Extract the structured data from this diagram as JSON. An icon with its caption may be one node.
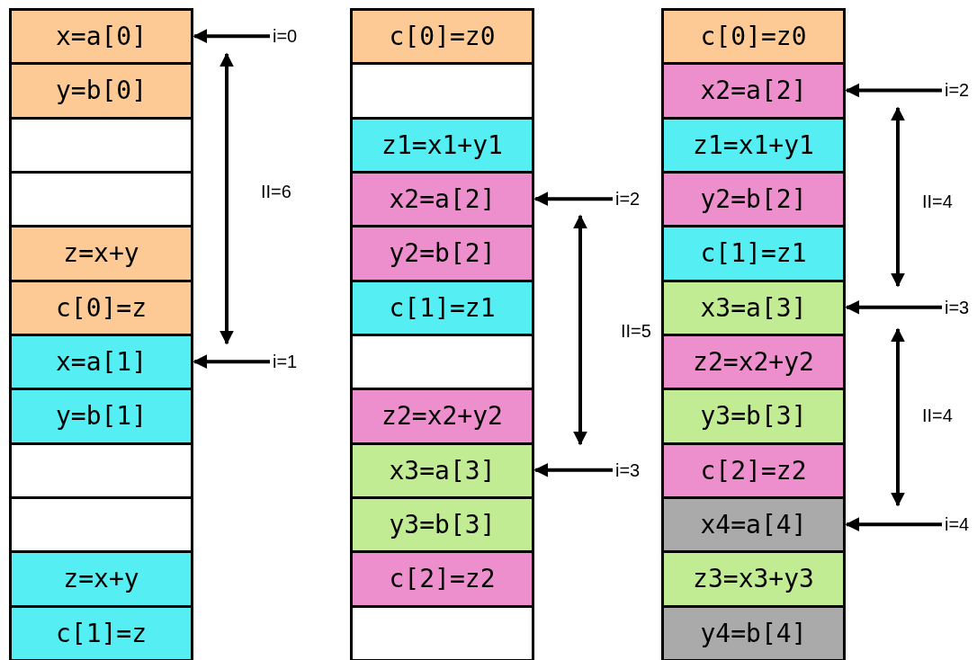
{
  "diagram": {
    "nodes": [
      {
        "text": [
          "x=a[0]"
        ]
      },
      {
        "text": [
          "y=b[0]"
        ]
      },
      {
        "text": [],
        "shape": "box"
      },
      {
        "text": [],
        "shape": "box"
      },
      {
        "text": [
          "z=x+y"
        ]
      },
      {
        "text": [
          "c[0]=z"
        ]
      },
      {
        "text": [
          "x=a[1]"
        ]
      },
      {
        "text": [
          "y=b[1]"
        ]
      },
      {
        "text": [],
        "shape": "box"
      },
      {
        "text": [],
        "shape": "box"
      },
      {
        "text": [
          "z=x+y"
        ]
      },
      {
        "text": [
          "c[1]=z"
        ]
      },
      {
        "text": [
          "i=0"
        ]
      },
      {
        "text": [
          "i=1"
        ]
      },
      {
        "text": [
          "c[0]=z0"
        ]
      },
      {
        "text": [],
        "shape": "box"
      },
      {
        "text": [
          "z1=x1+y1"
        ]
      },
      {
        "text": [
          "x2=a[2]"
        ]
      },
      {
        "text": [
          "y2=b[2]"
        ]
      },
      {
        "text": [
          "c[1]=z1"
        ]
      },
      {
        "text": [],
        "shape": "box"
      },
      {
        "text": [
          "z2=x2+y2"
        ]
      },
      {
        "text": [
          "x3=a[3]"
        ]
      },
      {
        "text": [
          "y3=b[3]"
        ]
      },
      {
        "text": [
          "c[2]=z2"
        ]
      },
      {
        "text": [],
        "shape": "box"
      },
      {
        "text": [
          "i=2"
        ]
      },
      {
        "text": [
          "i=3"
        ]
      },
      {
        "text": [
          "c[0]=z0"
        ]
      },
      {
        "text": [
          "x2=a[2]"
        ]
      },
      {
        "text": [
          "z1=x1+y1"
        ]
      },
      {
        "text": [
          "y2=b[2]"
        ]
      },
      {
        "text": [
          "c[1]=z1"
        ]
      },
      {
        "text": [
          "x3=a[3]"
        ]
      },
      {
        "text": [
          "z2=x2+y2"
        ]
      },
      {
        "text": [
          "y3=b[3]"
        ]
      },
      {
        "text": [
          "c[2]=z2"
        ]
      },
      {
        "text": [
          "x4=a[4]"
        ]
      },
      {
        "text": [
          "z3=x3+y3"
        ]
      },
      {
        "text": [
          "y4=b[4]"
        ]
      },
      {
        "text": [
          "i=2"
        ]
      },
      {
        "text": [
          "i=3"
        ]
      },
      {
        "text": [
          "i=4"
        ]
      }
    ],
    "edges": [
      {
        "from": 12,
        "to": 0,
        "arrow": "to"
      },
      {
        "from": 13,
        "to": 6,
        "arrow": "to"
      },
      {
        "from": 26,
        "to": 17,
        "arrow": "to"
      },
      {
        "from": 27,
        "to": 22,
        "arrow": "to"
      },
      {
        "from": 40,
        "to": 29,
        "arrow": "to"
      },
      {
        "from": 41,
        "to": 33,
        "arrow": "to"
      },
      {
        "from": 42,
        "to": 37,
        "arrow": "to"
      }
    ],
    "labels": [
      "II=6",
      "II=5",
      "II=4",
      "II=4"
    ]
  }
}
